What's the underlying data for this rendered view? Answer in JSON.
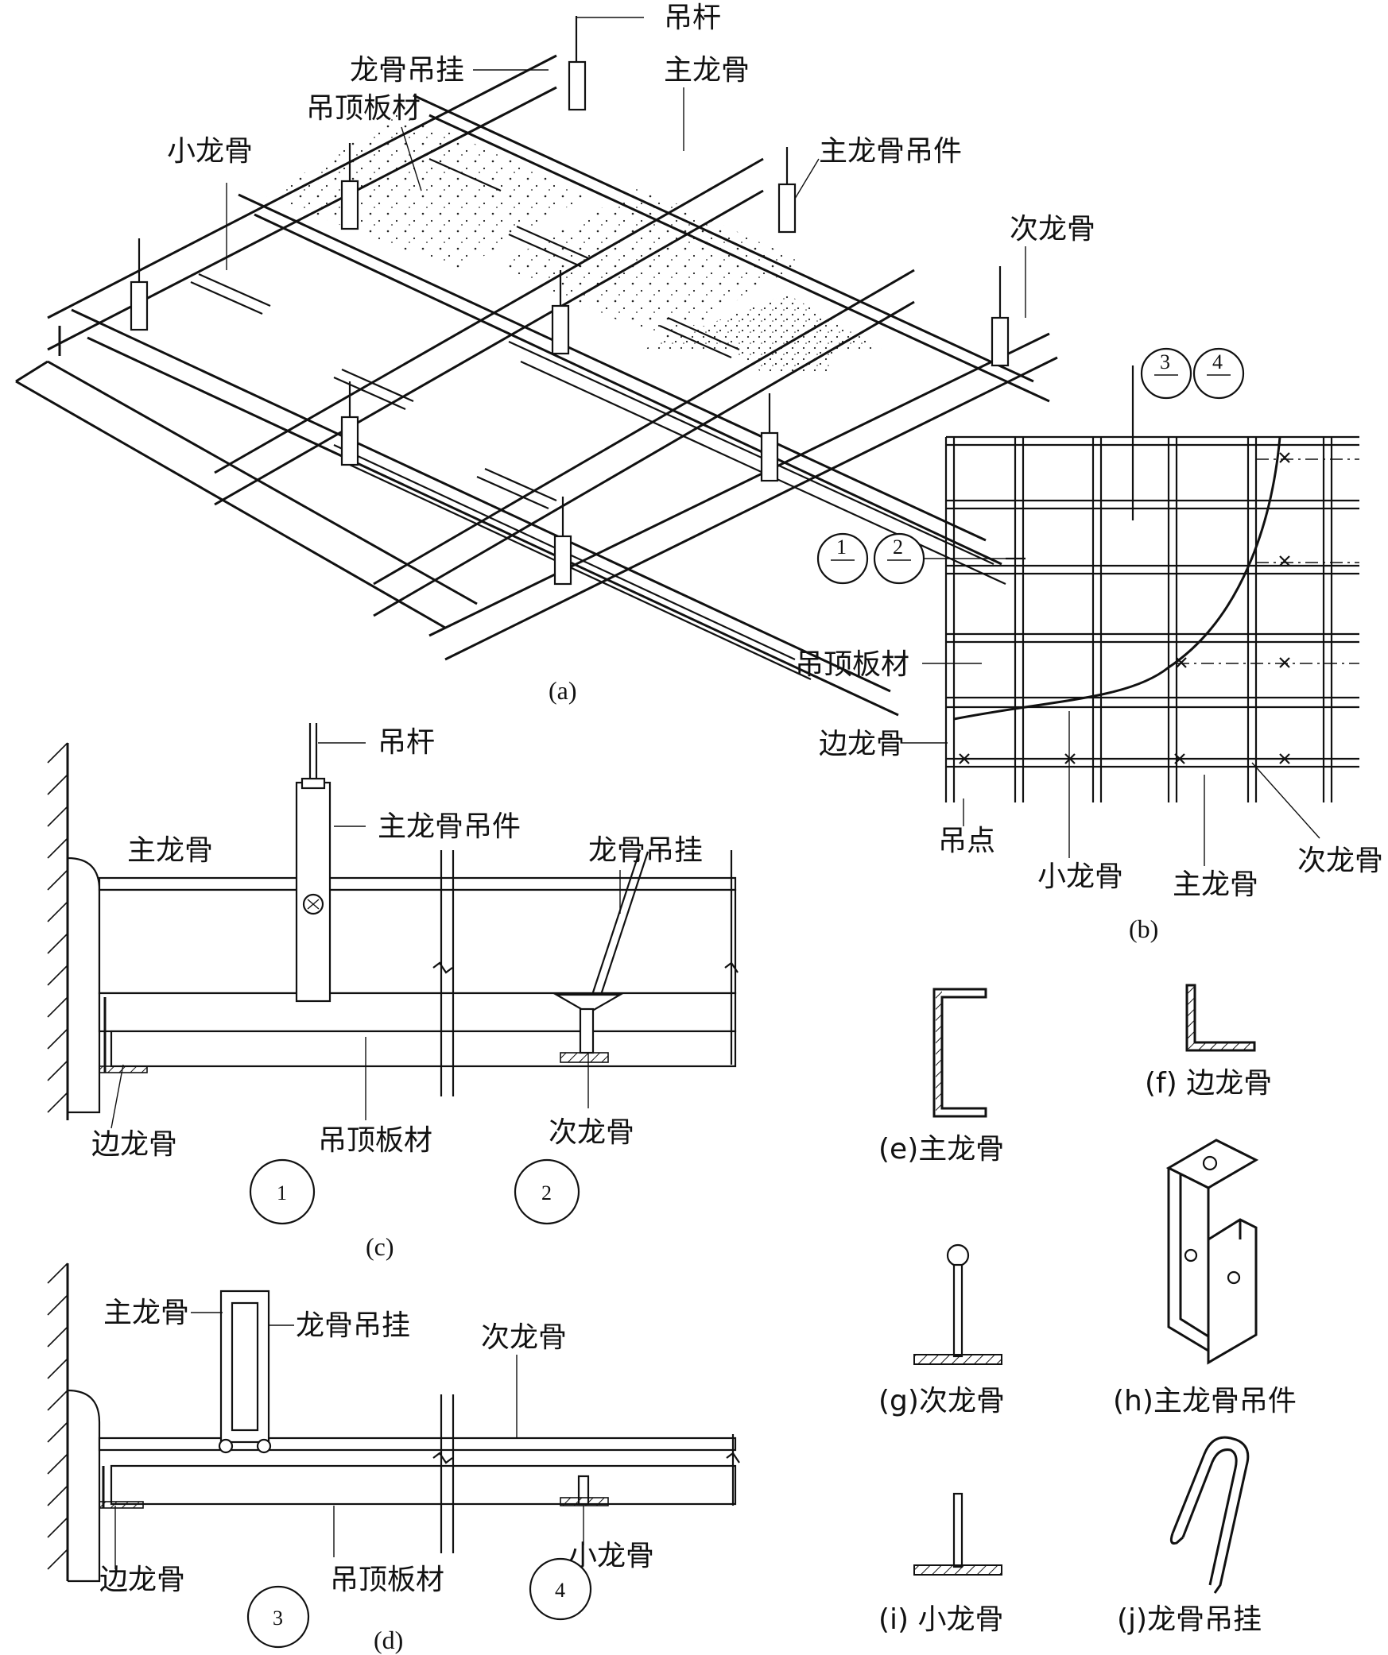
{
  "panel_a": {
    "caption": "(a)",
    "labels": {
      "hanger_rod": "吊杆",
      "keel_hanger": "龙骨吊挂",
      "ceiling_board": "吊顶板材",
      "main_keel": "主龙骨",
      "small_keel": "小龙骨",
      "main_keel_hanger_part": "主龙骨吊件",
      "secondary_keel": "次龙骨"
    }
  },
  "panel_b": {
    "caption": "(b)",
    "section_marks": [
      "1",
      "2",
      "3",
      "4"
    ],
    "labels": {
      "ceiling_board": "吊顶板材",
      "edge_keel": "边龙骨",
      "hanging_point": "吊点",
      "small_keel": "小龙骨",
      "main_keel": "主龙骨",
      "secondary_keel": "次龙骨"
    }
  },
  "panel_c": {
    "caption": "(c)",
    "detail_numbers": [
      "1",
      "2"
    ],
    "labels": {
      "hanger_rod": "吊杆",
      "main_keel": "主龙骨",
      "main_keel_hanger_part": "主龙骨吊件",
      "keel_hanger": "龙骨吊挂",
      "edge_keel": "边龙骨",
      "ceiling_board": "吊顶板材",
      "secondary_keel": "次龙骨"
    }
  },
  "panel_d": {
    "caption": "(d)",
    "detail_numbers": [
      "3",
      "4"
    ],
    "labels": {
      "main_keel": "主龙骨",
      "keel_hanger": "龙骨吊挂",
      "secondary_keel": "次龙骨",
      "edge_keel": "边龙骨",
      "ceiling_board": "吊顶板材",
      "small_keel": "小龙骨"
    }
  },
  "profiles": {
    "e": "(e)主龙骨",
    "f": "(f) 边龙骨",
    "g": "(g)次龙骨",
    "h": "(h)主龙骨吊件",
    "i": "(i)  小龙骨",
    "j": "(j)龙骨吊挂"
  }
}
